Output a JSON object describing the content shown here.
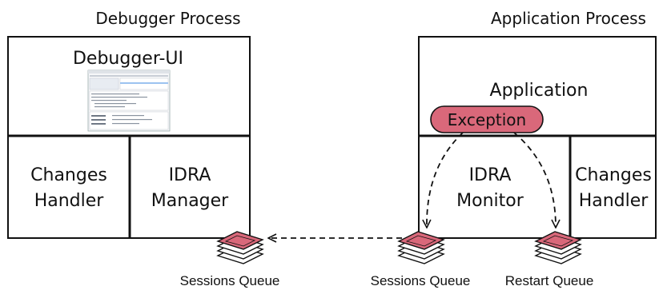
{
  "debugger_process": {
    "title": "Debugger Process",
    "ui_box": "Debugger-UI",
    "changes_handler": [
      "Changes",
      "Handler"
    ],
    "idra_manager": [
      "IDRA",
      "Manager"
    ],
    "sessions_queue": "Sessions Queue"
  },
  "application_process": {
    "title": "Application Process",
    "app_box": "Application",
    "exception": "Exception",
    "idra_monitor": [
      "IDRA",
      "Monitor"
    ],
    "changes_handler": [
      "Changes",
      "Handler"
    ],
    "sessions_queue": "Sessions Queue",
    "restart_queue": "Restart Queue"
  },
  "colors": {
    "exception_fill": "#d9687a",
    "queue_fill": "#d9687a",
    "stroke": "#111111"
  }
}
